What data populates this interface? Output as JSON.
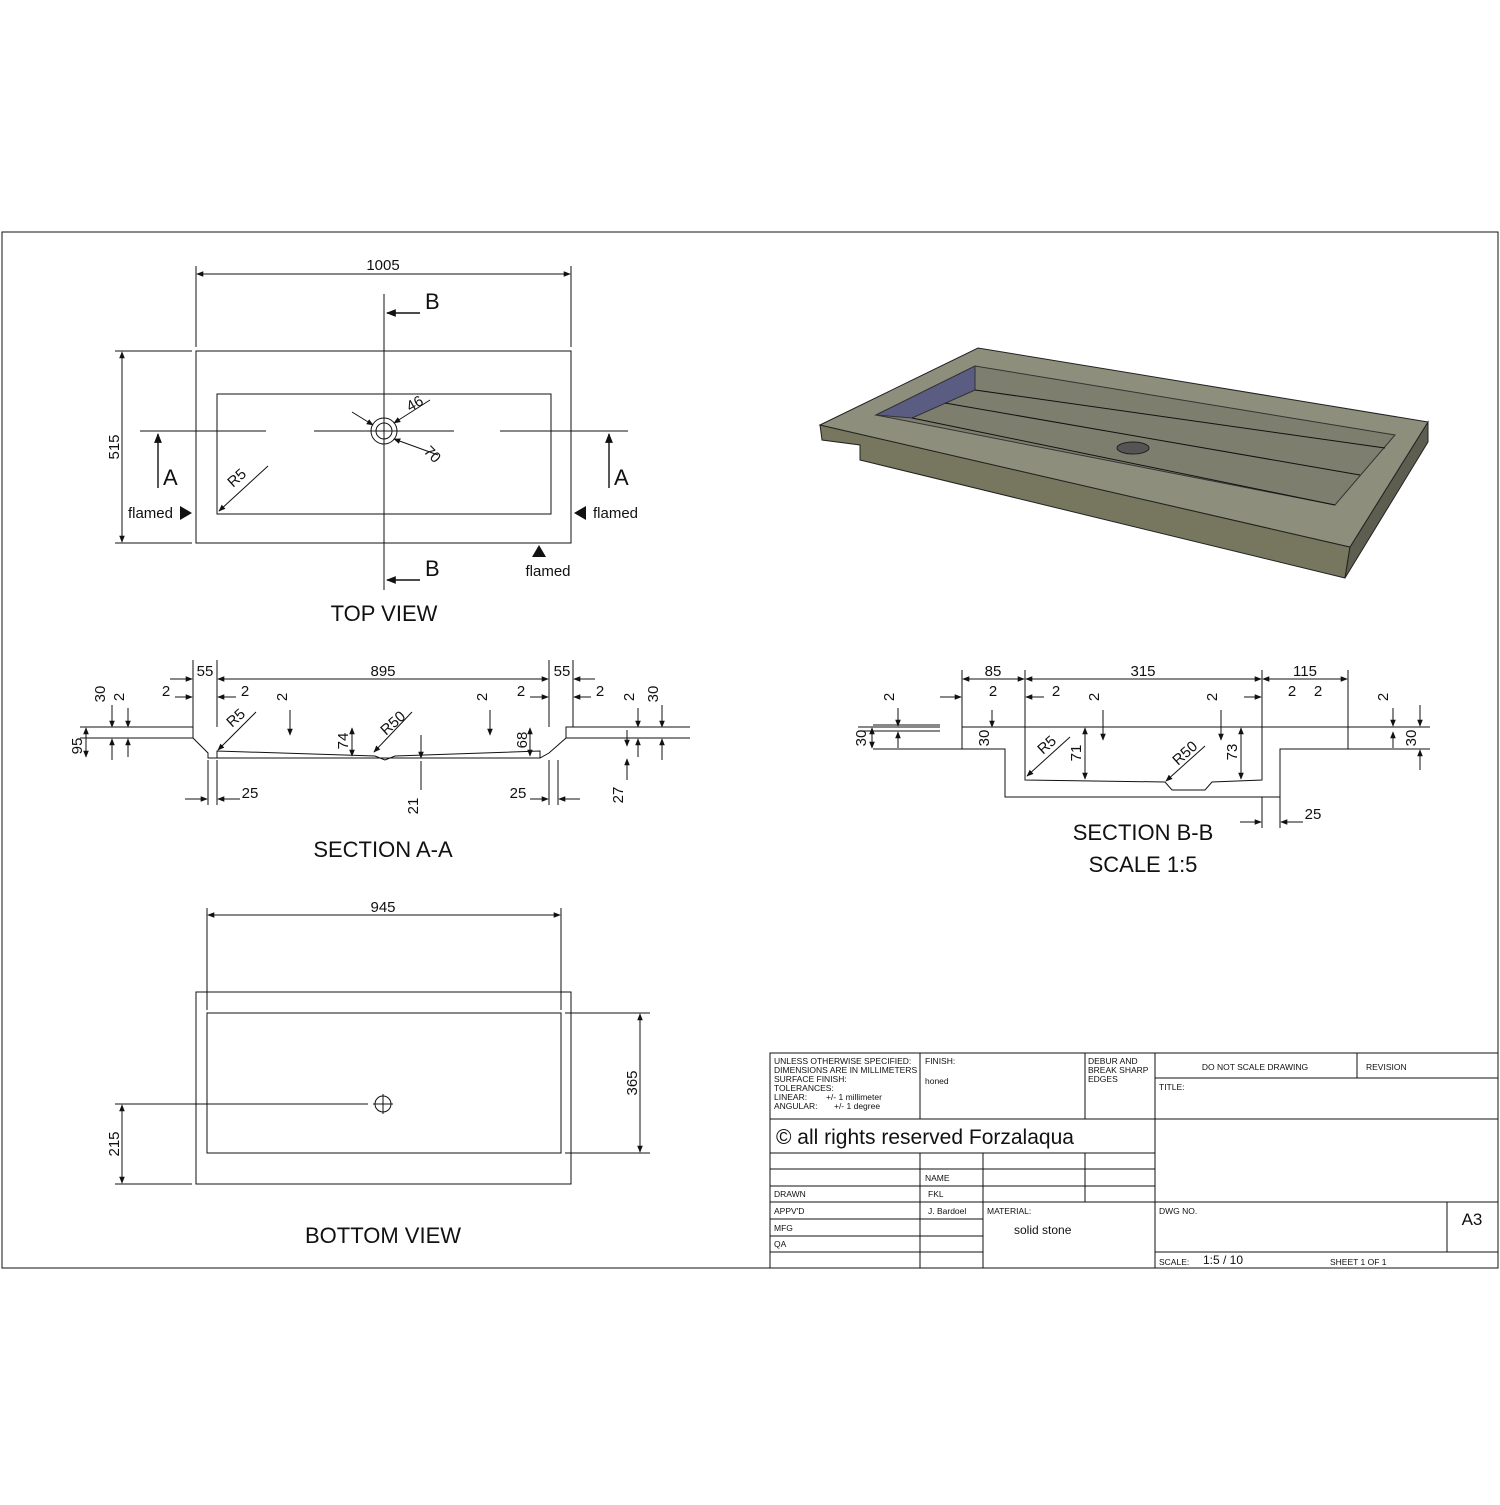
{
  "views": {
    "top": "TOP VIEW",
    "section_a": "SECTION A-A",
    "section_b": "SECTION B-B",
    "section_b_scale": "SCALE 1:5",
    "bottom": "BOTTOM VIEW"
  },
  "top_view": {
    "width": "1005",
    "height": "515",
    "hole_d1": "46",
    "hole_d2": "70",
    "radius": "R5",
    "cut_a": "A",
    "cut_b": "B",
    "flamed": "flamed"
  },
  "section_a": {
    "d55": "55",
    "d895": "895",
    "d30": "30",
    "d2": "2",
    "d95": "95",
    "r5": "R5",
    "r50": "R50",
    "d74": "74",
    "d68": "68",
    "d25": "25",
    "d21": "21",
    "d27": "27"
  },
  "section_b": {
    "d85": "85",
    "d315": "315",
    "d115": "115",
    "d2": "2",
    "d30": "30",
    "r5": "R5",
    "r50": "R50",
    "d71": "71",
    "d73": "73",
    "d25": "25"
  },
  "bottom_view": {
    "width": "945",
    "depth": "365",
    "hole_offset": "215"
  },
  "colors": {
    "stone_top": "#8e8e7c",
    "stone_side": "#6f6f5f",
    "basin_inner": "#5a5c82"
  },
  "title_block": {
    "unless_lines": [
      "UNLESS OTHERWISE SPECIFIED:",
      "DIMENSIONS ARE IN MILLIMETERS",
      "SURFACE FINISH:",
      "TOLERANCES:",
      "LINEAR:        +/- 1 millimeter",
      "ANGULAR:       +/- 1 degree"
    ],
    "finish_label": "FINISH:",
    "finish_value": "honed",
    "debur_lines": [
      "DEBUR AND",
      "BREAK SHARP",
      "EDGES"
    ],
    "do_not_scale": "DO NOT SCALE DRAWING",
    "revision": "REVISION",
    "title_label": "TITLE:",
    "copyright": "© all rights reserved Forzalaqua",
    "name_label": "NAME",
    "drawn_label": "DRAWN",
    "drawn_name": "FKL",
    "appvd_label": "APPV'D",
    "appvd_name": "J. Bardoel",
    "mfg_label": "MFG",
    "qa_label": "QA",
    "material_label": "MATERIAL:",
    "material_value": "solid stone",
    "dwg_no_label": "DWG NO.",
    "sheet_size": "A3",
    "scale_label": "SCALE:",
    "scale_value": "1:5 / 10",
    "sheet": "SHEET 1 OF 1"
  }
}
